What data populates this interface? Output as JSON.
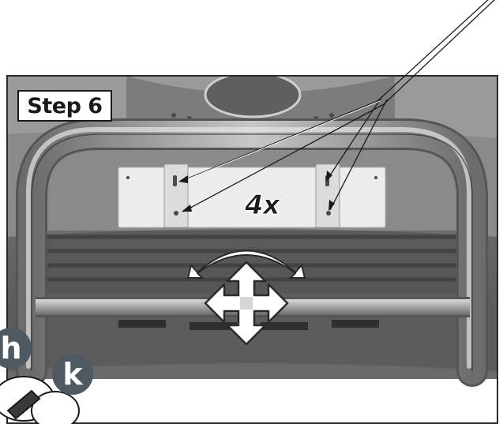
{
  "step": {
    "label": "Step 6"
  },
  "instruction": {
    "count_label": "4x"
  },
  "tools": [
    {
      "letter": "h"
    },
    {
      "letter": "k"
    }
  ],
  "icons": {
    "rotate": "rotate-arrows-icon",
    "move": "move-cross-arrows-icon",
    "pointer": "pointer-lines-icon"
  },
  "colors": {
    "badge": "#4f5962",
    "photo_frame": "#2a2a2a",
    "bar": "#9c9c9c",
    "plate": "#e9e9e9"
  }
}
